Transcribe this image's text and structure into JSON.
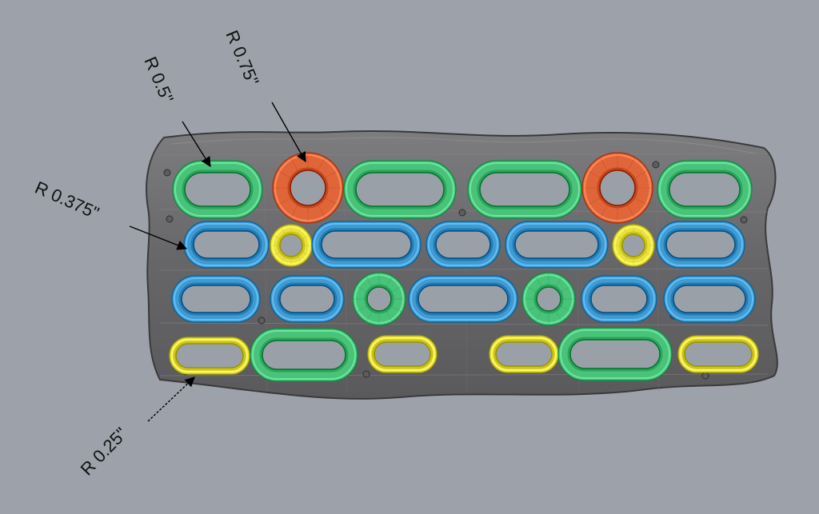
{
  "viewport": {
    "background": "#9da2aa"
  },
  "board": {
    "body_color": "#6b6b6c",
    "edge_color": "#3f3f40",
    "grid_color": "#8a8a8c"
  },
  "hold_colors": {
    "r0_75": "#e0663a",
    "r0_5": "#49c27a",
    "r0_375": "#3f9bd2",
    "r0_25": "#e9e23c"
  },
  "dimensions": [
    {
      "id": "r-0-75",
      "label": "R  0.75\""
    },
    {
      "id": "r-0-5",
      "label": "R  0.5\""
    },
    {
      "id": "r-0-375",
      "label": "R  0.375\""
    },
    {
      "id": "r-0-25",
      "label": "R  0.25\""
    }
  ]
}
